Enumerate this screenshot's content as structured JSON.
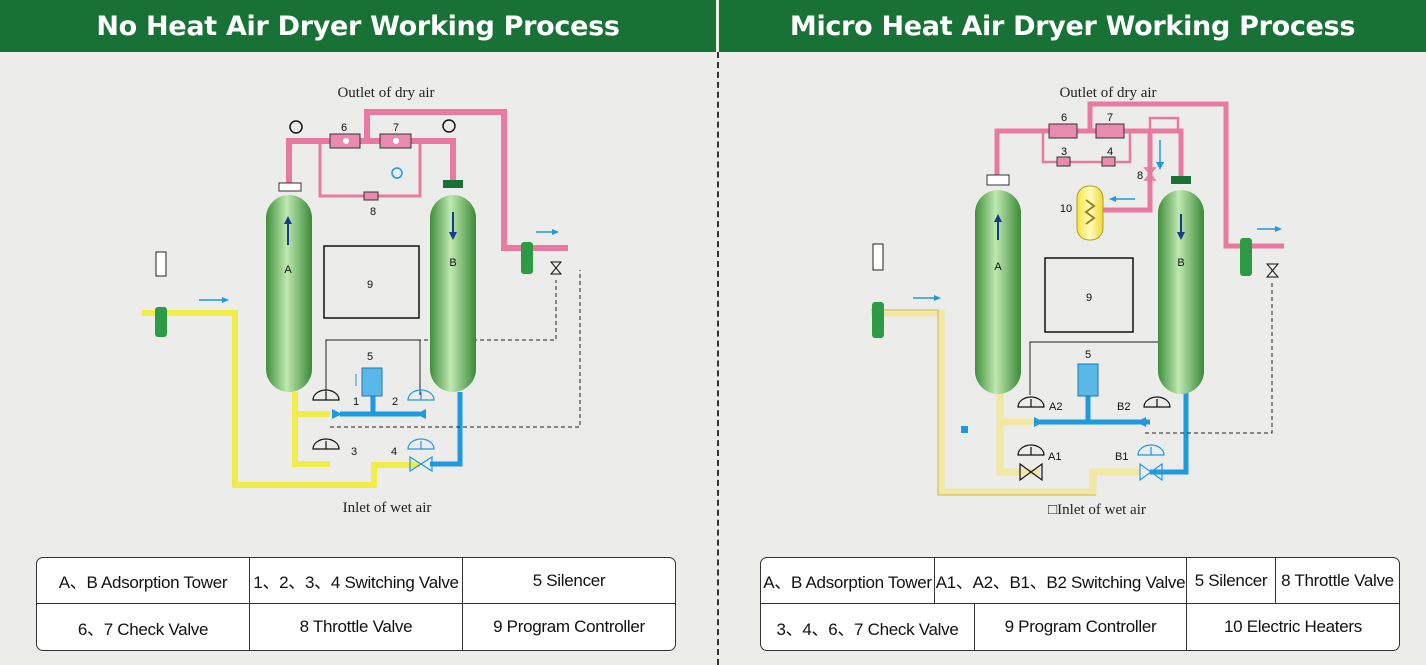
{
  "left": {
    "title": "No Heat Air Dryer Working Process",
    "outlet_label": "Outlet of dry air",
    "inlet_label": "Inlet of wet air",
    "tower_a": "A",
    "tower_b": "B",
    "numbers": [
      "1",
      "2",
      "3",
      "4",
      "5",
      "6",
      "7",
      "8",
      "9"
    ],
    "table": {
      "row1": [
        "A、B Adsorption Tower",
        "1、2、3、4 Switching Valve",
        "5 Silencer"
      ],
      "row2": [
        "6、7 Check Valve",
        "8 Throttle Valve",
        "9 Program Controller"
      ]
    }
  },
  "right": {
    "title": "Micro Heat Air Dryer Working Process",
    "outlet_label": "Outlet of dry air",
    "inlet_label": "□Inlet of wet air",
    "tower_a": "A",
    "tower_b": "B",
    "numbers": [
      "3",
      "4",
      "5",
      "6",
      "7",
      "8",
      "9",
      "10",
      "A1",
      "A2",
      "B1",
      "B2"
    ],
    "table": {
      "row1": [
        "A、B Adsorption Tower",
        "A1、A2、B1、B2 Switching Valve",
        "5 Silencer",
        "8 Throttle Valve"
      ],
      "row2": [
        "3、4、6、7 Check Valve",
        "9 Program Controller",
        "10  Electric Heaters"
      ]
    }
  },
  "colors": {
    "header_green": "#187236",
    "dry_pipe_pink": "#e87aa2",
    "wet_pipe_yellow": "#f0ec4a",
    "wet_pipe_cream": "#f1e8a4",
    "regen_pipe_blue": "#1e9ae0",
    "tower_green": "#6fbf62",
    "heater_yellow": "#fff27a"
  }
}
